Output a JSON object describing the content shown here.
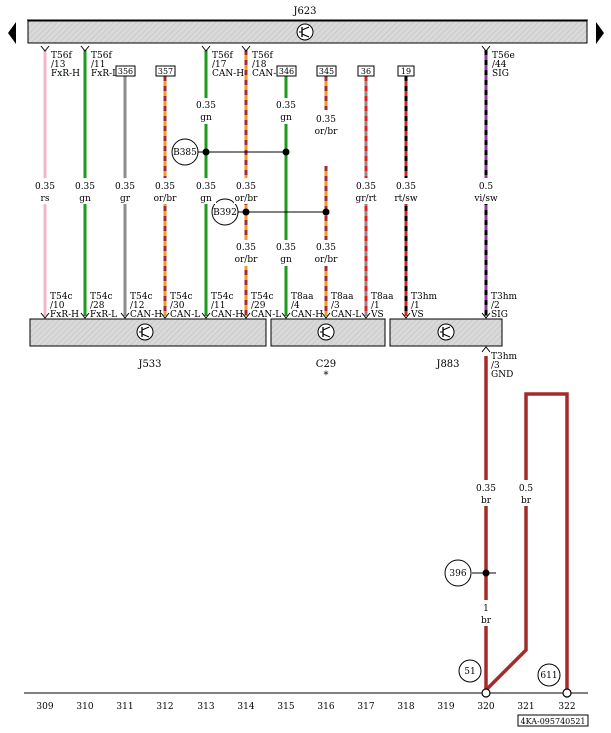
{
  "top_module": {
    "name": "J623"
  },
  "bottom_modules": [
    {
      "name": "J533"
    },
    {
      "name": "C29",
      "note": "*"
    },
    {
      "name": "J883"
    }
  ],
  "top_pins": [
    {
      "conn": "T56f",
      "pin": "/13",
      "signal": "FxR-H"
    },
    {
      "conn": "T56f",
      "pin": "/11",
      "signal": "FxR-L"
    },
    {
      "conn": "T56f",
      "pin": "/17",
      "signal": "CAN-H"
    },
    {
      "conn": "T56f",
      "pin": "/18",
      "signal": "CAN-L"
    },
    {
      "conn": "T56e",
      "pin": "/44",
      "signal": "SIG"
    }
  ],
  "ref_boxes": [
    "356",
    "357",
    "346",
    "345",
    "36",
    "19"
  ],
  "wires": [
    {
      "id": "w1",
      "size": "0.35",
      "color": "rs"
    },
    {
      "id": "w2",
      "size": "0.35",
      "color": "gn"
    },
    {
      "id": "w3",
      "size": "0.35",
      "color": "gr"
    },
    {
      "id": "w4",
      "size": "0.35",
      "color": "or/br"
    },
    {
      "id": "w5a",
      "size": "0.35",
      "color": "gn"
    },
    {
      "id": "w5b",
      "size": "0.35",
      "color": "gn"
    },
    {
      "id": "w6",
      "size": "0.35",
      "color": "or/br"
    },
    {
      "id": "w6b",
      "size": "0.35",
      "color": "or/br"
    },
    {
      "id": "w7a",
      "size": "0.35",
      "color": "gn"
    },
    {
      "id": "w7b",
      "size": "0.35",
      "color": "gn"
    },
    {
      "id": "w8a",
      "size": "0.35",
      "color": "or/br"
    },
    {
      "id": "w8b",
      "size": "0.35",
      "color": "or/br"
    },
    {
      "id": "w9",
      "size": "0.35",
      "color": "gr/rt"
    },
    {
      "id": "w10",
      "size": "0.35",
      "color": "rt/sw"
    },
    {
      "id": "w11",
      "size": "0.5",
      "color": "vi/sw"
    },
    {
      "id": "w12",
      "size": "0.35",
      "color": "br"
    },
    {
      "id": "w13",
      "size": "0.5",
      "color": "br"
    },
    {
      "id": "w14",
      "size": "1",
      "color": "br"
    }
  ],
  "bottom_pins": [
    {
      "conn": "T54c",
      "pin": "/10",
      "signal": "FxR-H"
    },
    {
      "conn": "T54c",
      "pin": "/28",
      "signal": "FxR-L"
    },
    {
      "conn": "T54c",
      "pin": "/12",
      "signal": "CAN-H"
    },
    {
      "conn": "T54c",
      "pin": "/30",
      "signal": "CAN-L"
    },
    {
      "conn": "T54c",
      "pin": "/11",
      "signal": "CAN-H"
    },
    {
      "conn": "T54c",
      "pin": "/29",
      "signal": "CAN-L"
    },
    {
      "conn": "T8aa",
      "pin": "/4",
      "signal": "CAN-H"
    },
    {
      "conn": "T8aa",
      "pin": "/3",
      "signal": "CAN-L"
    },
    {
      "conn": "T8aa",
      "pin": "/1",
      "signal": "VS"
    },
    {
      "conn": "T3hm",
      "pin": "/1",
      "signal": "VS"
    },
    {
      "conn": "T3hm",
      "pin": "/2",
      "signal": "SIG"
    }
  ],
  "j883_ground_pin": {
    "conn": "T3hm",
    "pin": "/3",
    "signal": "GND"
  },
  "splices": [
    {
      "label": "B385"
    },
    {
      "label": "B392"
    },
    {
      "label": "396"
    }
  ],
  "ground_points": [
    {
      "label": "51"
    },
    {
      "label": "611"
    }
  ],
  "columns": [
    "309",
    "310",
    "311",
    "312",
    "313",
    "314",
    "315",
    "316",
    "317",
    "318",
    "319",
    "320",
    "321",
    "322"
  ],
  "reference": "4KA-095740521",
  "colors": {
    "rs": "#f7b6c8",
    "gn": "#1e9a1e",
    "gr": "#8c8c8c",
    "or": "#f59a1f",
    "br": "#a52a2a",
    "vi": "#9b2fae",
    "sw": "#000000",
    "rt": "#e02020",
    "module_fill": "#d6d6d6"
  }
}
